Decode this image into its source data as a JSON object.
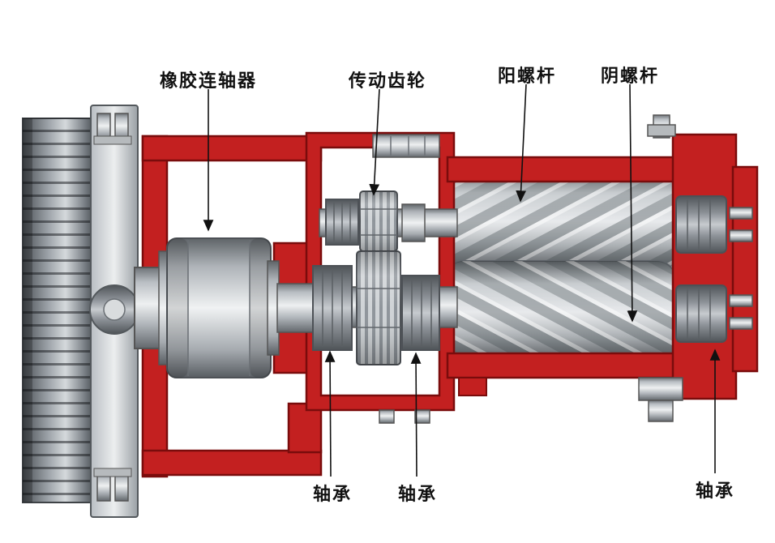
{
  "figure": {
    "background": "#ffffff",
    "colors": {
      "casing_red": "#c32020",
      "casing_red_dark": "#7a0c0c",
      "metal_light": "#eef0f1",
      "metal_dark": "#55595e",
      "label_text": "#111111",
      "leader_line": "#111111"
    },
    "labels": [
      {
        "id": "rubber-coupling",
        "text": "橡胶连轴器"
      },
      {
        "id": "drive-gear",
        "text": "传动齿轮"
      },
      {
        "id": "male-screw",
        "text": "阳螺杆"
      },
      {
        "id": "female-screw",
        "text": "阴螺杆"
      },
      {
        "id": "bearing-left",
        "text": "轴承"
      },
      {
        "id": "bearing-middle",
        "text": "轴承"
      },
      {
        "id": "bearing-right",
        "text": "轴承"
      }
    ]
  }
}
